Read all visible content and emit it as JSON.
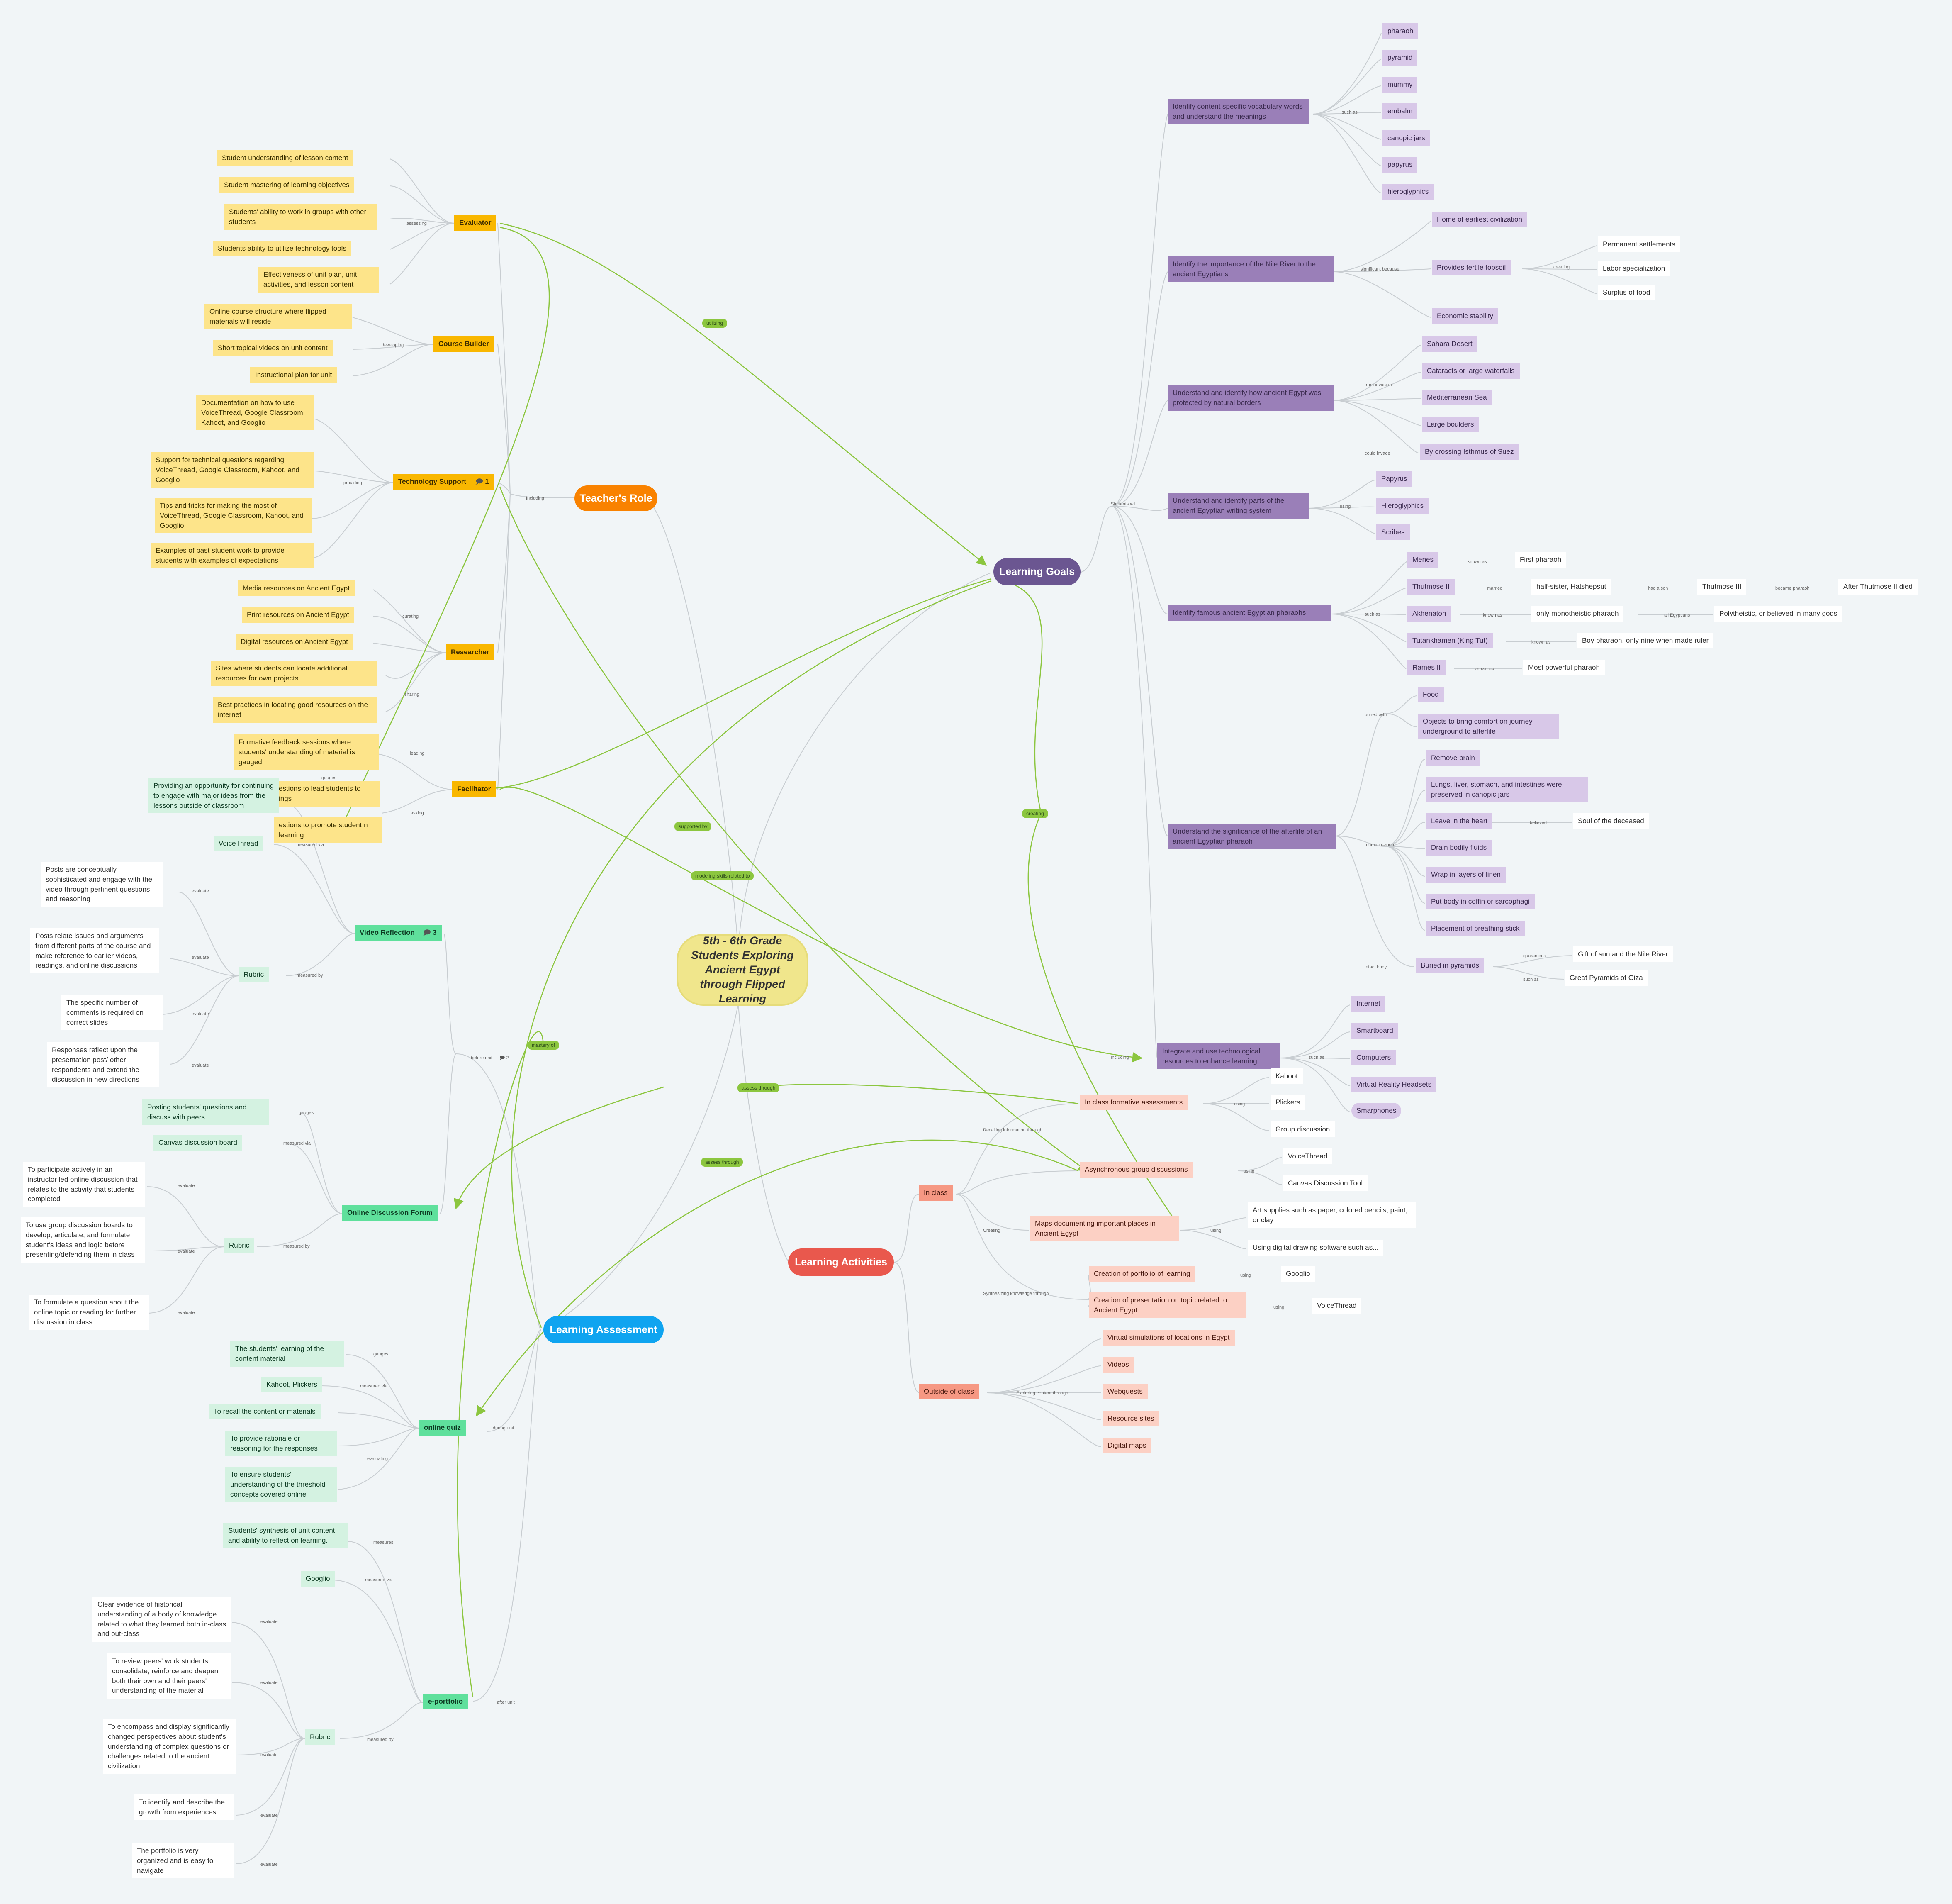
{
  "root": "5th - 6th Grade Students Exploring Ancient Egypt through Flipped Learning",
  "main_topics": {
    "learning_goals": "Learning Goals",
    "teachers_role": "Teacher's Role",
    "learning_activities": "Learning Activities",
    "learning_assessment": "Learning Assessment"
  },
  "colors": {
    "learning_goals": "#6b5691",
    "teachers_role": "#f98200",
    "learning_activities": "#e9584d",
    "learning_assessment": "#0fa4f0",
    "root": "#f0e68c",
    "cross_link": "#8cc63f",
    "connector": "#c8cdd1"
  },
  "cross_links": {
    "utilizing": "utilizing",
    "supported_by": "supported by",
    "modeling_skills": "modeling skills related to",
    "creating": "creating",
    "mastery_of": "mastery of",
    "assess_through_1": "assess through",
    "assess_through_2": "assess through"
  },
  "goals": {
    "students_will": "Students will",
    "g1": "Identify content specific vocabulary words and understand the meanings",
    "g1_label": "such as",
    "vocab": [
      "pharaoh",
      "pyramid",
      "mummy",
      "embalm",
      "canopic jars",
      "papyrus",
      "hieroglyphics"
    ],
    "g2": "Identify the importance of the Nile River to the ancient Egyptians",
    "g2_label": "significant because",
    "nile": [
      "Home of earliest civilization",
      "Provides fertile topsoil",
      "Economic stability"
    ],
    "topsoil_label": "creating",
    "topsoil": [
      "Permanent settlements",
      "Labor specialization",
      "Surplus of food"
    ],
    "g3": "Understand and identify how ancient Egypt was protected by natural borders",
    "g3_label_a": "from invasion",
    "borders": [
      "Sahara Desert",
      "Cataracts or large waterfalls",
      "Mediterranean Sea",
      "Large boulders"
    ],
    "g3_label_b": "could invade",
    "invade": "By crossing Isthmus of Suez",
    "g4": "Understand and identify parts of the ancient Egyptian writing system",
    "g4_label": "using",
    "writing": [
      "Papyrus",
      "Hieroglyphics",
      "Scribes"
    ],
    "g5": "Identify famous ancient Egyptian pharaohs",
    "g5_label": "such as",
    "pharaohs": [
      "Menes",
      "Thutmose II",
      "Akhenaton",
      "Tutankhamen (King Tut)",
      "Rames II"
    ],
    "menes_lbl": "known as",
    "menes": "First pharaoh",
    "thut_lbl": "married",
    "thut": "half-sister, Hatshepsut",
    "thut_son_lbl": "had a son",
    "thut3": "Thutmose III",
    "thut3_lbl": "became pharaoh",
    "thut3_after": "After Thutmose II died",
    "akh_lbl": "known as",
    "akh": "only monotheistic pharaoh",
    "akh_all_lbl": "all Egyptians",
    "akh_all": "Polytheistic, or believed in many gods",
    "tut_lbl": "known as",
    "tut": "Boy pharaoh, only nine when made ruler",
    "rames_lbl": "known as",
    "rames": "Most powerful pharaoh",
    "g6": "Understand the significance of the afterlife of an ancient Egyptian pharaoh",
    "g6_buried_lbl": "buried with",
    "buried": [
      "Food",
      "Objects to bring comfort on journey underground to afterlife"
    ],
    "g6_mumm_lbl": "mummification",
    "mumm": [
      "Remove brain",
      "Lungs, liver, stomach, and intestines were preserved in canopic jars",
      "Leave in the heart",
      "Drain bodily fluids",
      "Wrap in layers of linen",
      "Put body in coffin or sarcophagi",
      "Placement of breathing stick"
    ],
    "heart_lbl": "believed",
    "heart": "Soul of the deceased",
    "g6_intact_lbl": "intact body",
    "pyramids": "Buried in pyramids",
    "pyr_g_lbl": "guarantees",
    "pyr_g": "Gift of sun and the Nile River",
    "pyr_s_lbl": "such as",
    "pyr_s": "Great Pyramids of Giza",
    "including_lbl": "including",
    "g7": "Integrate and use technological resources to enhance learning",
    "g7_lbl": "such as",
    "tech": [
      "Internet",
      "Smartboard",
      "Computers",
      "Virtual Reality Headsets",
      "Smarphones"
    ]
  },
  "role": {
    "including": "Including",
    "evaluator": "Evaluator",
    "eval_lbl": "assessing",
    "eval_items": [
      "Student understanding of lesson content",
      "Student mastering of learning objectives",
      "Students' ability to work in groups with other students",
      "Students ability to utilize technology tools",
      "Effectiveness of unit plan, unit activities, and lesson content"
    ],
    "course_builder": "Course Builder",
    "cb_lbl": "developing",
    "cb_items": [
      "Online course structure where flipped materials will reside",
      "Short topical videos on unit content",
      "Instructional plan for unit"
    ],
    "tech_support": "Technology Support",
    "tech_support_count": "1",
    "ts_lbl": "providing",
    "ts_items": [
      "Documentation on how to use VoiceThread, Google Classroom, Kahoot, and Googlio",
      "Support for technical questions regarding VoiceThread, Google Classroom, Kahoot, and Googlio",
      "Tips and tricks for making the most of VoiceThread, Google Classroom, Kahoot, and Googlio",
      "Examples of past student work to provide students with examples of expectations"
    ],
    "researcher": "Researcher",
    "res_lbl_a": "curating",
    "res_curating": [
      "Media resources on Ancient Egypt",
      "Print resources on Ancient Egypt",
      "Digital resources on Ancient Egypt"
    ],
    "res_lbl_b": "sharing",
    "res_sharing": [
      "Sites where students can locate additional resources for own projects",
      "Best practices in locating good resources on the internet"
    ],
    "facilitator": "Facilitator",
    "fac_lbl_a": "leading",
    "fac_lead": "Formative feedback sessions where students' understanding of material is gauged",
    "fac_lbl_b": "asking",
    "fac_ask": [
      "estions to lead students to ings",
      "estions to promote student n learning"
    ]
  },
  "activities": {
    "in_class": "In class",
    "recalling_lbl": "Recalling information through",
    "formative": "In class formative assessments",
    "formative_lbl": "using",
    "formative_items": [
      "Kahoot",
      "Plickers",
      "Group discussion"
    ],
    "async": "Asynchronous group discussions",
    "async_lbl": "using",
    "async_items": [
      "VoiceThread",
      "Canvas Discussion Tool"
    ],
    "creating_lbl": "Creating",
    "maps": "Maps documenting important places in Ancient Egypt",
    "maps_lbl": "using",
    "maps_items": [
      "Art supplies such as paper, colored pencils, paint, or clay",
      "Using digital drawing software such as..."
    ],
    "synth_lbl": "Synthesizing knowledge through",
    "portfolio": "Creation of portfolio of learning",
    "portfolio_lbl": "using",
    "portfolio_tool": "Googlio",
    "presentation": "Creation of presentation on topic related to Ancient Egypt",
    "presentation_lbl": "using",
    "presentation_tool": "VoiceThread",
    "outside": "Outside of class",
    "explore_lbl": "Exploring content through",
    "outside_items": [
      "Virtual simulations of locations in Egypt",
      "Videos",
      "Webquests",
      "Resource sites",
      "Digital maps"
    ]
  },
  "assessment": {
    "before_unit": "before unit",
    "before_count": "2",
    "video_reflection": "Video Reflection",
    "vr_count": "3",
    "vr_gauges_lbl": "gauges",
    "vr_measured_via_lbl": "measured via",
    "vr_gauges": "Providing an opportunity for continuing to engage with major ideas from the lessons outside of classroom",
    "vr_tool": "VoiceThread",
    "vr_measured_by_lbl": "measured by",
    "rubric": "Rubric",
    "evaluate": "evaluate",
    "vr_rubric": [
      "Posts are conceptually sophisticated and engage with the video through pertinent questions and reasoning",
      "Posts relate issues and arguments from different parts of the course and make reference to earlier videos, readings, and online discussions",
      "The specific number of comments is required on correct slides",
      "Responses reflect upon the presentation post/ other respondents and extend the discussion in new directions"
    ],
    "forum": "Online Discussion Forum",
    "forum_gauges_lbl": "gauges",
    "forum_gauges": "Posting students' questions and discuss with peers",
    "forum_via_lbl": "measured via",
    "forum_tool": "Canvas discussion board",
    "forum_by_lbl": "measured by",
    "forum_rubric": [
      "To participate actively in an instructor led online discussion that relates to the activity that students completed",
      "To use group discussion boards to develop, articulate, and formulate student's ideas and logic before presenting/defending them in class",
      "To formulate a question about the online topic or reading for further discussion in class"
    ],
    "during_unit": "during unit",
    "quiz": "online quiz",
    "quiz_gauges_lbl": "gauges",
    "quiz_gauges": "The students' learning of the content material",
    "quiz_via_lbl": "measured via",
    "quiz_tool": "Kahoot, Plickers",
    "quiz_eval_lbl": "evaluating",
    "quiz_eval": [
      "To recall the content or materials",
      "To provide rationale or reasoning for the responses",
      "To ensure students' understanding of the threshold concepts covered online"
    ],
    "after_unit": "after unit",
    "portfolio": "e-portfolio",
    "port_measures_lbl": "measures",
    "port_measures": "Students' synthesis of unit content and ability to reflect on learning.",
    "port_via_lbl": "measured via",
    "port_tool": "Googlio",
    "port_by_lbl": "measured by",
    "port_rubric": [
      "Clear evidence of historical understanding of a body of knowledge related to what they learned both in-class and out-class",
      "To review peers' work students consolidate, reinforce and deepen both their own and their peers' understanding of the material",
      "To encompass and display significantly changed perspectives about student's understanding of complex questions or challenges related to the ancient civilization",
      "To identify and describe the growth from experiences",
      "The portfolio is very organized and is easy to navigate"
    ]
  }
}
